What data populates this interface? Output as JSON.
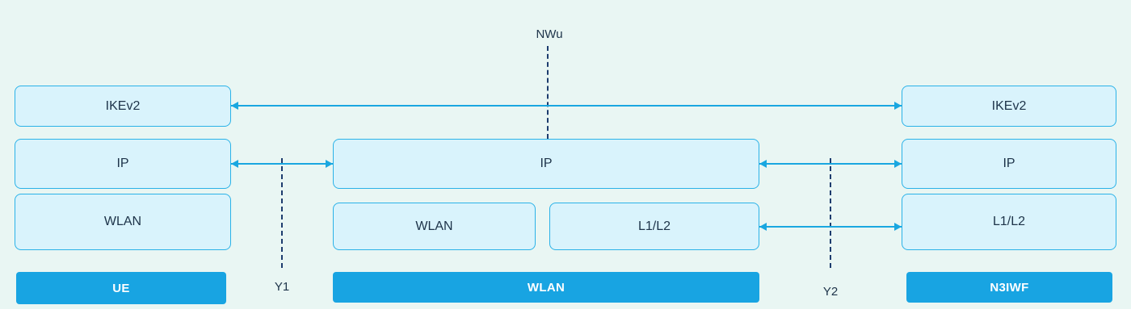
{
  "colors": {
    "background": "#e9f6f3",
    "box_fill": "#d9f3fc",
    "box_border": "#2ab2e8",
    "box_text": "#1d3349",
    "label_fill": "#18a4e2",
    "label_text": "#ffffff",
    "arrow": "#1aa7e0",
    "dashed": "#1d3c6e"
  },
  "ue": {
    "ikev2": "IKEv2",
    "ip": "IP",
    "wlan": "WLAN",
    "label": "UE"
  },
  "wlan_node": {
    "ip": "IP",
    "wlan": "WLAN",
    "l1l2": "L1/L2",
    "label": "WLAN"
  },
  "n3iwf": {
    "ikev2": "IKEv2",
    "ip": "IP",
    "l1l2": "L1/L2",
    "label": "N3IWF"
  },
  "interfaces": {
    "nwu": "NWu",
    "y1": "Y1",
    "y2": "Y2"
  }
}
